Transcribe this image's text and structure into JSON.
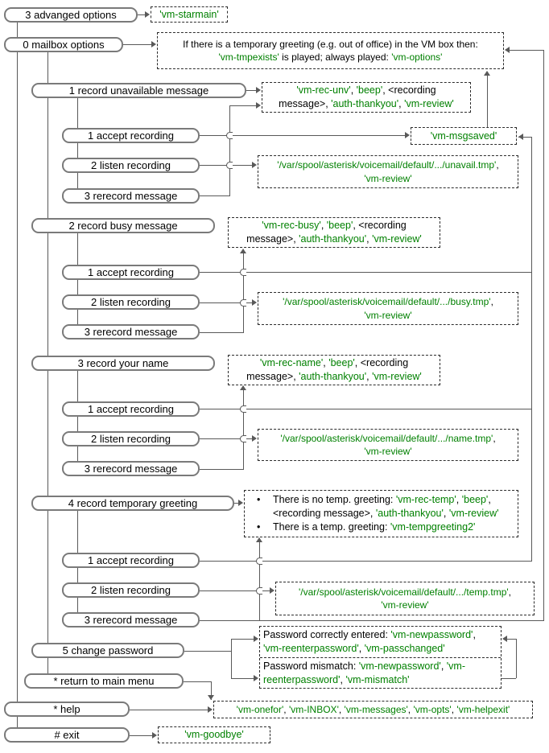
{
  "title": "Asterisk voicemail mailbox options flow diagram",
  "colors": {
    "string_green": "#008000",
    "line_gray": "#595959",
    "box_border_gray": "#7a7a7a"
  },
  "menu": {
    "advanced": "3 advanged options",
    "mailbox": "0 mailbox options",
    "rec_unavail": "1 record unavailable message",
    "accept": "1 accept recording",
    "listen": "2 listen recording",
    "rerecord": "3 rerecord message",
    "rec_busy": "2 record busy message",
    "rec_name": "3 record your name",
    "rec_temp": "4 record temporary greeting",
    "change_pw": "5 change password",
    "return_main": "* return to main menu",
    "help": "* help",
    "exit": "# exit"
  },
  "outputs": {
    "starmain": [
      [
        [
          "'vm-starmain'",
          "g"
        ]
      ]
    ],
    "options": [
      [
        [
          "If there is a temporary greeting (e.g. out of office) in the VM box then:",
          "k"
        ]
      ],
      [
        [
          "'vm-tmpexists'",
          "g"
        ],
        [
          " is played; always played: ",
          "k"
        ],
        [
          "'vm-options'",
          "g"
        ]
      ]
    ],
    "rec_unv": [
      [
        [
          "'vm-rec-unv'",
          "g"
        ],
        [
          ", ",
          "k"
        ],
        [
          "'beep'",
          "g"
        ],
        [
          ", <recording",
          "k"
        ]
      ],
      [
        [
          "message>, ",
          "k"
        ],
        [
          "'auth-thankyou'",
          "g"
        ],
        [
          ", ",
          "k"
        ],
        [
          "'vm-review'",
          "g"
        ]
      ]
    ],
    "msgsaved": [
      [
        [
          "'vm-msgsaved'",
          "g"
        ]
      ]
    ],
    "unavail_path": [
      [
        [
          "'/var/spool/asterisk/voicemail/default/.../unavail.tmp'",
          "g"
        ],
        [
          ",",
          "k"
        ]
      ],
      [
        [
          "'vm-review'",
          "g"
        ]
      ]
    ],
    "rec_busy": [
      [
        [
          "'vm-rec-busy'",
          "g"
        ],
        [
          ", ",
          "k"
        ],
        [
          "'beep'",
          "g"
        ],
        [
          ", <recording",
          "k"
        ]
      ],
      [
        [
          "message>, ",
          "k"
        ],
        [
          "'auth-thankyou'",
          "g"
        ],
        [
          ", ",
          "k"
        ],
        [
          "'vm-review'",
          "g"
        ]
      ]
    ],
    "busy_path": [
      [
        [
          "'/var/spool/asterisk/voicemail/default/.../busy.tmp'",
          "g"
        ],
        [
          ",",
          "k"
        ]
      ],
      [
        [
          "'vm-review'",
          "g"
        ]
      ]
    ],
    "rec_name": [
      [
        [
          "'vm-rec-name'",
          "g"
        ],
        [
          ", ",
          "k"
        ],
        [
          "'beep'",
          "g"
        ],
        [
          ", <recording",
          "k"
        ]
      ],
      [
        [
          "message>, ",
          "k"
        ],
        [
          "'auth-thankyou'",
          "g"
        ],
        [
          ", ",
          "k"
        ],
        [
          "'vm-review'",
          "g"
        ]
      ]
    ],
    "name_path": [
      [
        [
          "'/var/spool/asterisk/voicemail/default/.../name.tmp'",
          "g"
        ],
        [
          ",",
          "k"
        ]
      ],
      [
        [
          "'vm-review'",
          "g"
        ]
      ]
    ],
    "temp_greeting": [
      [
        [
          "•",
          "bu"
        ],
        [
          "There is no temp. greeting: ",
          "k"
        ],
        [
          "'vm-rec-temp'",
          "g"
        ],
        [
          ", ",
          "k"
        ],
        [
          "'beep'",
          "g"
        ],
        [
          ",",
          "k"
        ]
      ],
      [
        [
          "<recording message>, ",
          "k"
        ],
        [
          "'auth-thankyou'",
          "g"
        ],
        [
          ", ",
          "k"
        ],
        [
          "'vm-review'",
          "g"
        ]
      ],
      [
        [
          "•",
          "bu"
        ],
        [
          "There is a temp. greeting: ",
          "k"
        ],
        [
          "'vm-tempgreeting2'",
          "g"
        ]
      ]
    ],
    "temp_path": [
      [
        [
          "'/var/spool/asterisk/voicemail/default/.../temp.tmp'",
          "g"
        ],
        [
          ",",
          "k"
        ]
      ],
      [
        [
          "'vm-review'",
          "g"
        ]
      ]
    ],
    "pw_ok": [
      [
        [
          "Password correctly entered: ",
          "k"
        ],
        [
          "'vm-newpassword'",
          "g"
        ],
        [
          ",",
          "k"
        ]
      ],
      [
        [
          "'vm-reenterpassword'",
          "g"
        ],
        [
          ", ",
          "k"
        ],
        [
          "'vm-passchanged'",
          "g"
        ]
      ]
    ],
    "pw_mismatch": [
      [
        [
          "Password mismatch: ",
          "k"
        ],
        [
          "'vm-newpassword'",
          "g"
        ],
        [
          ", ",
          "k"
        ],
        [
          "'vm-",
          "g"
        ]
      ],
      [
        [
          "reenterpassword'",
          "g"
        ],
        [
          ", ",
          "k"
        ],
        [
          "'vm-mismatch'",
          "g"
        ]
      ]
    ],
    "help_list": [
      [
        [
          "'vm-onefor'",
          "g"
        ],
        [
          ", ",
          "k"
        ],
        [
          "'vm-INBOX'",
          "g"
        ],
        [
          ", ",
          "k"
        ],
        [
          "'vm-messages'",
          "g"
        ],
        [
          ", ",
          "k"
        ],
        [
          "'vm-opts'",
          "g"
        ],
        [
          ", ",
          "k"
        ],
        [
          "'vm-helpexit'",
          "g"
        ]
      ]
    ],
    "goodbye": [
      [
        [
          "'vm-goodbye'",
          "g"
        ]
      ]
    ]
  }
}
